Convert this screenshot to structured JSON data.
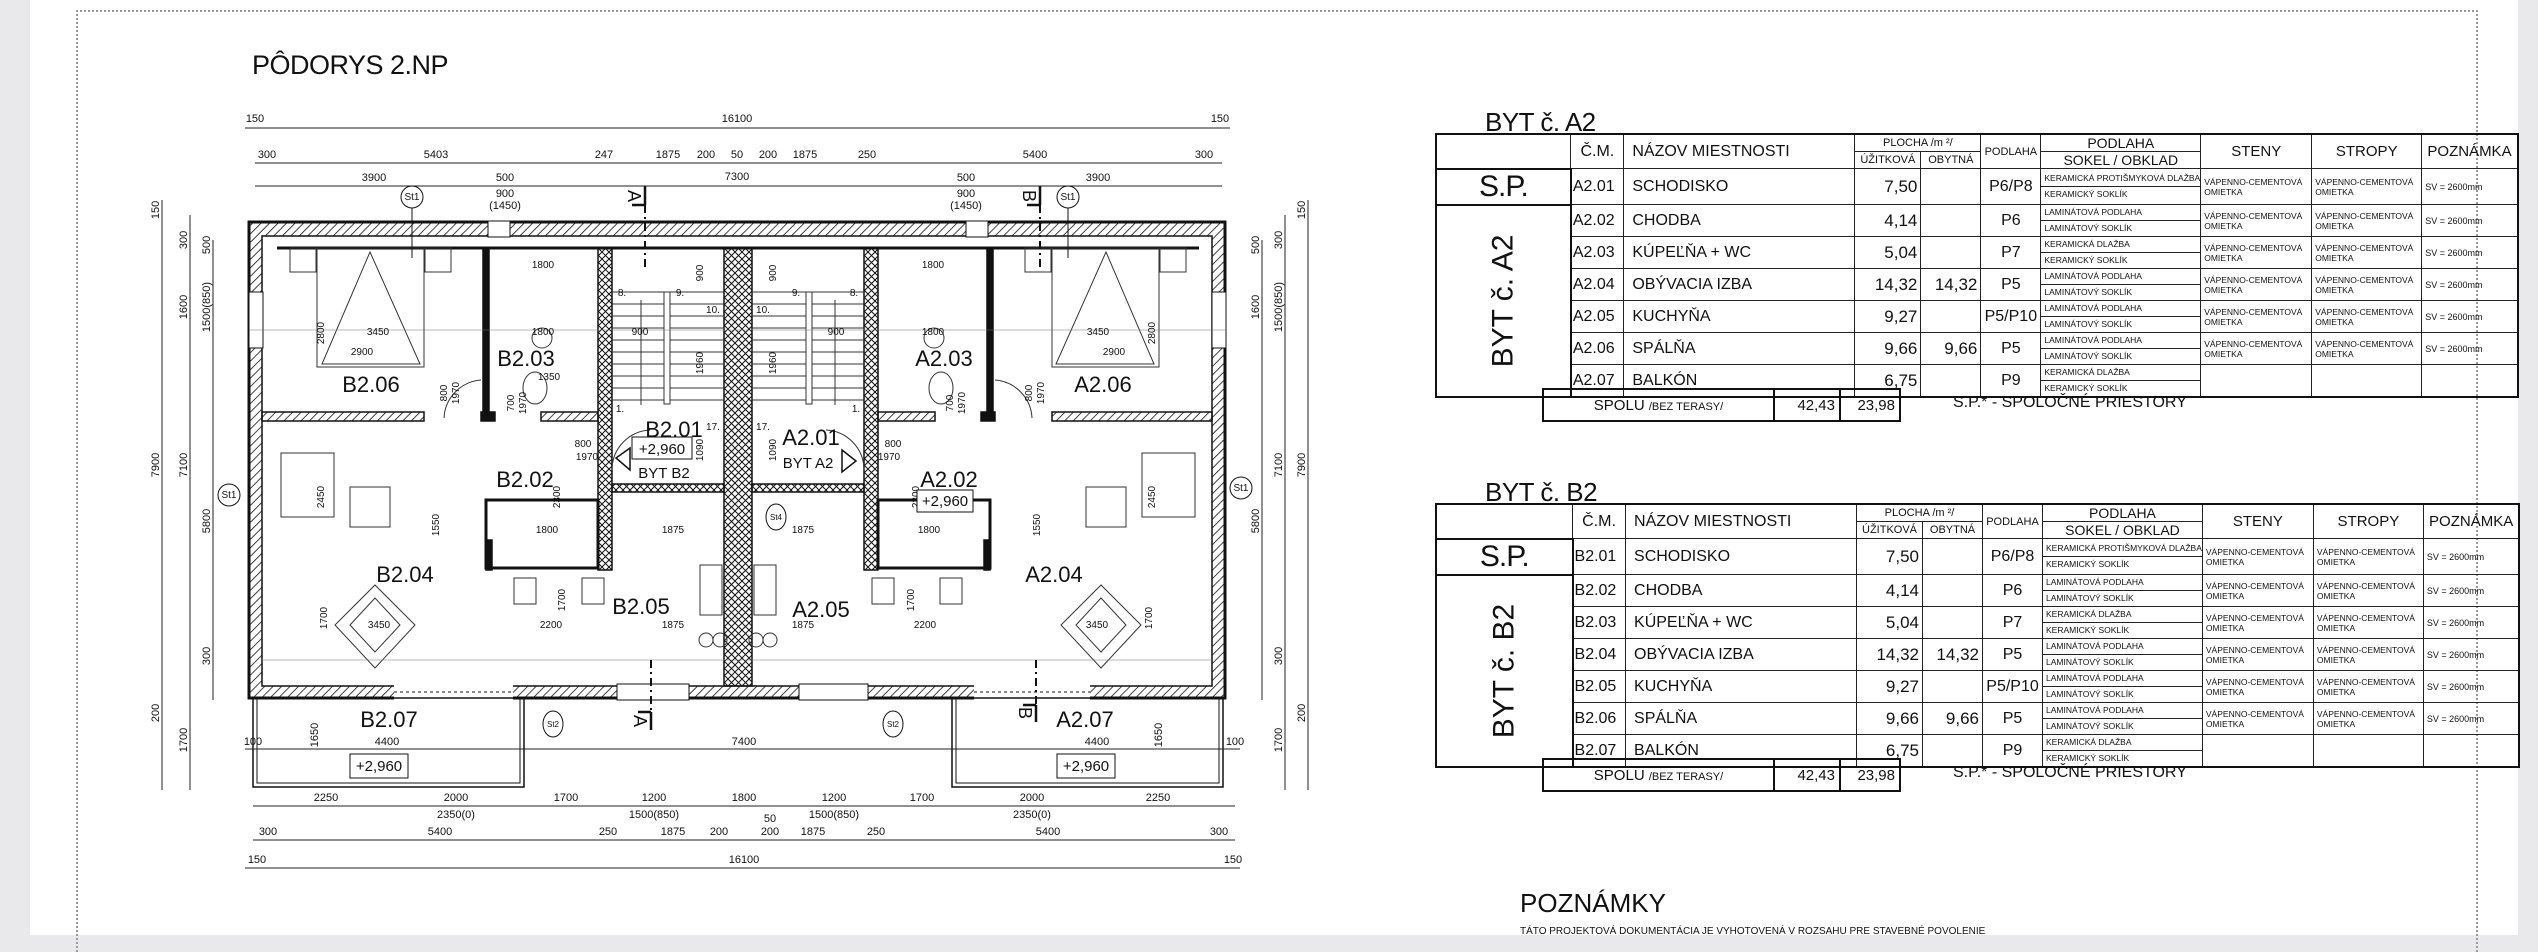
{
  "plan": {
    "title": "PÔDORYS 2.NP",
    "rooms": {
      "b206": "B2.06",
      "b203": "B2.03",
      "b202": "B2.02",
      "b201": "B2.01",
      "a201": "A2.01",
      "a203": "A2.03",
      "a202": "A2.02",
      "a206": "A2.06",
      "b204": "B2.04",
      "a204": "A2.04",
      "b205": "B2.05",
      "a205": "A2.05",
      "b207": "B2.07",
      "a207": "A2.07"
    },
    "entrances": {
      "b": "BYT B2",
      "a": "BYT A2"
    },
    "level": "+2,960",
    "tags": {
      "st1": "St1",
      "st2": "St2",
      "st4": "St4",
      "sec_a": "A",
      "sec_b": "B"
    },
    "stair_steps": [
      "1.",
      "8.",
      "9.",
      "10.",
      "17."
    ],
    "dims": {
      "top1": [
        "150",
        "16100",
        "150"
      ],
      "top2": [
        "300",
        "5403",
        "247",
        "1875",
        "200",
        "50",
        "200",
        "1875",
        "250",
        "5400",
        "300"
      ],
      "top3": [
        "3900",
        "500",
        "900",
        "(1450)",
        "7300",
        "500",
        "900",
        "(1450)",
        "3900"
      ],
      "bot1": [
        "2250",
        "2000",
        "1700",
        "1200",
        "1800",
        "1200",
        "1700",
        "2000",
        "2250"
      ],
      "bot2": [
        "2350(0)",
        "1500(850)",
        "1500(850)",
        "2350(0)"
      ],
      "bot3": [
        "300",
        "5400",
        "250",
        "1875",
        "200",
        "50",
        "200",
        "1875",
        "250",
        "5400",
        "300"
      ],
      "bot4": [
        "150",
        "16100",
        "150"
      ],
      "balcony": [
        "100",
        "4400",
        "7400",
        "4400",
        "100",
        "1650",
        "1650"
      ],
      "left": [
        "150",
        "300",
        "500",
        "1600",
        "1500(850)",
        "7900",
        "7100",
        "5800",
        "300",
        "200",
        "1700"
      ],
      "right": [
        "150",
        "300",
        "500",
        "1600",
        "1500(850)",
        "7900",
        "7100",
        "5800",
        "300",
        "200",
        "1700"
      ],
      "interior": [
        "3450",
        "2900",
        "2800",
        "1800",
        "1800",
        "1350",
        "800",
        "1970",
        "700",
        "1970",
        "900",
        "900",
        "1960",
        "1090",
        "2300",
        "800",
        "1970",
        "2450",
        "1875",
        "1800",
        "1700",
        "1700",
        "2200",
        "1875",
        "3450",
        "1550"
      ]
    }
  },
  "tables": [
    {
      "title": "BYT č. A2",
      "side_sp": "S.P.",
      "side_label": "BYT č. A2",
      "headers": {
        "cm": "Č.M.",
        "name": "NÁZOV MIESTNOSTI",
        "area": "PLOCHA /m ²/",
        "usable": "ÚŽITKOVÁ",
        "living": "OBYTNÁ",
        "floor": "PODLAHA",
        "floor_group": "PODLAHA",
        "sokel": "SOKEL / OBKLAD",
        "walls": "STENY",
        "ceilings": "STROPY",
        "note": "POZNÁMKA"
      },
      "rows": [
        {
          "cm": "A2.01",
          "name": "SCHODISKO",
          "usable": "7,50",
          "living": "",
          "floor": "P6/P8",
          "finish": "KERAMICKÁ PROTIŠMYKOVÁ DLAŽBA",
          "skirting": "KERAMICKÝ SOKLÍK",
          "walls": "VÁPENNO-CEMENTOVÁ OMIETKA",
          "ceilings": "VÁPENNO-CEMENTOVÁ OMIETKA",
          "note": "SV = 2600mm"
        },
        {
          "cm": "A2.02",
          "name": "CHODBA",
          "usable": "4,14",
          "living": "",
          "floor": "P6",
          "finish": "LAMINÁTOVÁ PODLAHA",
          "skirting": "LAMINÁTOVÝ SOKLÍK",
          "walls": "VÁPENNO-CEMENTOVÁ OMIETKA",
          "ceilings": "VÁPENNO-CEMENTOVÁ OMIETKA",
          "note": "SV = 2600mm"
        },
        {
          "cm": "A2.03",
          "name": "KÚPEĽŇA + WC",
          "usable": "5,04",
          "living": "",
          "floor": "P7",
          "finish": "KERAMICKÁ DLAŽBA",
          "skirting": "KERAMICKÝ SOKLÍK",
          "walls": "VÁPENNO-CEMENTOVÁ OMIETKA",
          "ceilings": "VÁPENNO-CEMENTOVÁ OMIETKA",
          "note": "SV = 2600mm"
        },
        {
          "cm": "A2.04",
          "name": "OBÝVACIA IZBA",
          "usable": "14,32",
          "living": "14,32",
          "floor": "P5",
          "finish": "LAMINÁTOVÁ PODLAHA",
          "skirting": "LAMINÁTOVÝ SOKLÍK",
          "walls": "VÁPENNO-CEMENTOVÁ OMIETKA",
          "ceilings": "VÁPENNO-CEMENTOVÁ OMIETKA",
          "note": "SV = 2600mm"
        },
        {
          "cm": "A2.05",
          "name": "KUCHYŇA",
          "usable": "9,27",
          "living": "",
          "floor": "P5/P10",
          "finish": "LAMINÁTOVÁ PODLAHA",
          "skirting": "LAMINÁTOVÝ SOKLÍK",
          "walls": "VÁPENNO-CEMENTOVÁ OMIETKA",
          "ceilings": "VÁPENNO-CEMENTOVÁ OMIETKA",
          "note": "SV = 2600mm"
        },
        {
          "cm": "A2.06",
          "name": "SPÁLŇA",
          "usable": "9,66",
          "living": "9,66",
          "floor": "P5",
          "finish": "LAMINÁTOVÁ PODLAHA",
          "skirting": "LAMINÁTOVÝ SOKLÍK",
          "walls": "VÁPENNO-CEMENTOVÁ OMIETKA",
          "ceilings": "VÁPENNO-CEMENTOVÁ OMIETKA",
          "note": "SV = 2600mm"
        },
        {
          "cm": "A2.07",
          "name": "BALKÓN",
          "usable": "6,75",
          "living": "",
          "floor": "P9",
          "finish": "KERAMICKÁ DLAŽBA",
          "skirting": "KERAMICKÝ SOKLÍK",
          "walls": "",
          "ceilings": "",
          "note": ""
        }
      ],
      "total": {
        "label": "SPOLU",
        "sub": "/BEZ TERASY/",
        "usable": "42,43",
        "living": "23,98"
      },
      "legend": "S.P.* - SPOLOČNÉ PRIESTORY"
    },
    {
      "title": "BYT č. B2",
      "side_sp": "S.P.",
      "side_label": "BYT č. B2",
      "headers": {
        "cm": "Č.M.",
        "name": "NÁZOV MIESTNOSTI",
        "area": "PLOCHA /m ²/",
        "usable": "ÚŽITKOVÁ",
        "living": "OBYTNÁ",
        "floor": "PODLAHA",
        "floor_group": "PODLAHA",
        "sokel": "SOKEL / OBKLAD",
        "walls": "STENY",
        "ceilings": "STROPY",
        "note": "POZNÁMKA"
      },
      "rows": [
        {
          "cm": "B2.01",
          "name": "SCHODISKO",
          "usable": "7,50",
          "living": "",
          "floor": "P6/P8",
          "finish": "KERAMICKÁ PROTIŠMYKOVÁ DLAŽBA",
          "skirting": "KERAMICKÝ SOKLÍK",
          "walls": "VÁPENNO-CEMENTOVÁ OMIETKA",
          "ceilings": "VÁPENNO-CEMENTOVÁ OMIETKA",
          "note": "SV = 2600mm"
        },
        {
          "cm": "B2.02",
          "name": "CHODBA",
          "usable": "4,14",
          "living": "",
          "floor": "P6",
          "finish": "LAMINÁTOVÁ PODLAHA",
          "skirting": "LAMINÁTOVÝ SOKLÍK",
          "walls": "VÁPENNO-CEMENTOVÁ OMIETKA",
          "ceilings": "VÁPENNO-CEMENTOVÁ OMIETKA",
          "note": "SV = 2600mm"
        },
        {
          "cm": "B2.03",
          "name": "KÚPEĽŇA + WC",
          "usable": "5,04",
          "living": "",
          "floor": "P7",
          "finish": "KERAMICKÁ DLAŽBA",
          "skirting": "KERAMICKÝ SOKLÍK",
          "walls": "VÁPENNO-CEMENTOVÁ OMIETKA",
          "ceilings": "VÁPENNO-CEMENTOVÁ OMIETKA",
          "note": "SV = 2600mm"
        },
        {
          "cm": "B2.04",
          "name": "OBÝVACIA IZBA",
          "usable": "14,32",
          "living": "14,32",
          "floor": "P5",
          "finish": "LAMINÁTOVÁ PODLAHA",
          "skirting": "LAMINÁTOVÝ SOKLÍK",
          "walls": "VÁPENNO-CEMENTOVÁ OMIETKA",
          "ceilings": "VÁPENNO-CEMENTOVÁ OMIETKA",
          "note": "SV = 2600mm"
        },
        {
          "cm": "B2.05",
          "name": "KUCHYŇA",
          "usable": "9,27",
          "living": "",
          "floor": "P5/P10",
          "finish": "LAMINÁTOVÁ PODLAHA",
          "skirting": "LAMINÁTOVÝ SOKLÍK",
          "walls": "VÁPENNO-CEMENTOVÁ OMIETKA",
          "ceilings": "VÁPENNO-CEMENTOVÁ OMIETKA",
          "note": "SV = 2600mm"
        },
        {
          "cm": "B2.06",
          "name": "SPÁLŇA",
          "usable": "9,66",
          "living": "9,66",
          "floor": "P5",
          "finish": "LAMINÁTOVÁ PODLAHA",
          "skirting": "LAMINÁTOVÝ SOKLÍK",
          "walls": "VÁPENNO-CEMENTOVÁ OMIETKA",
          "ceilings": "VÁPENNO-CEMENTOVÁ OMIETKA",
          "note": "SV = 2600mm"
        },
        {
          "cm": "B2.07",
          "name": "BALKÓN",
          "usable": "6,75",
          "living": "",
          "floor": "P9",
          "finish": "KERAMICKÁ DLAŽBA",
          "skirting": "KERAMICKÝ SOKLÍK",
          "walls": "",
          "ceilings": "",
          "note": ""
        }
      ],
      "total": {
        "label": "SPOLU",
        "sub": "/BEZ TERASY/",
        "usable": "42,43",
        "living": "23,98"
      },
      "legend": "S.P.* - SPOLOČNÉ PRIESTORY"
    }
  ],
  "notes": {
    "title": "POZNÁMKY",
    "line1": "TÁTO PROJEKTOVÁ DOKUMENTÁCIA JE VYHOTOVENÁ V ROZSAHU PRE STAVEBNÉ POVOLENIE"
  }
}
